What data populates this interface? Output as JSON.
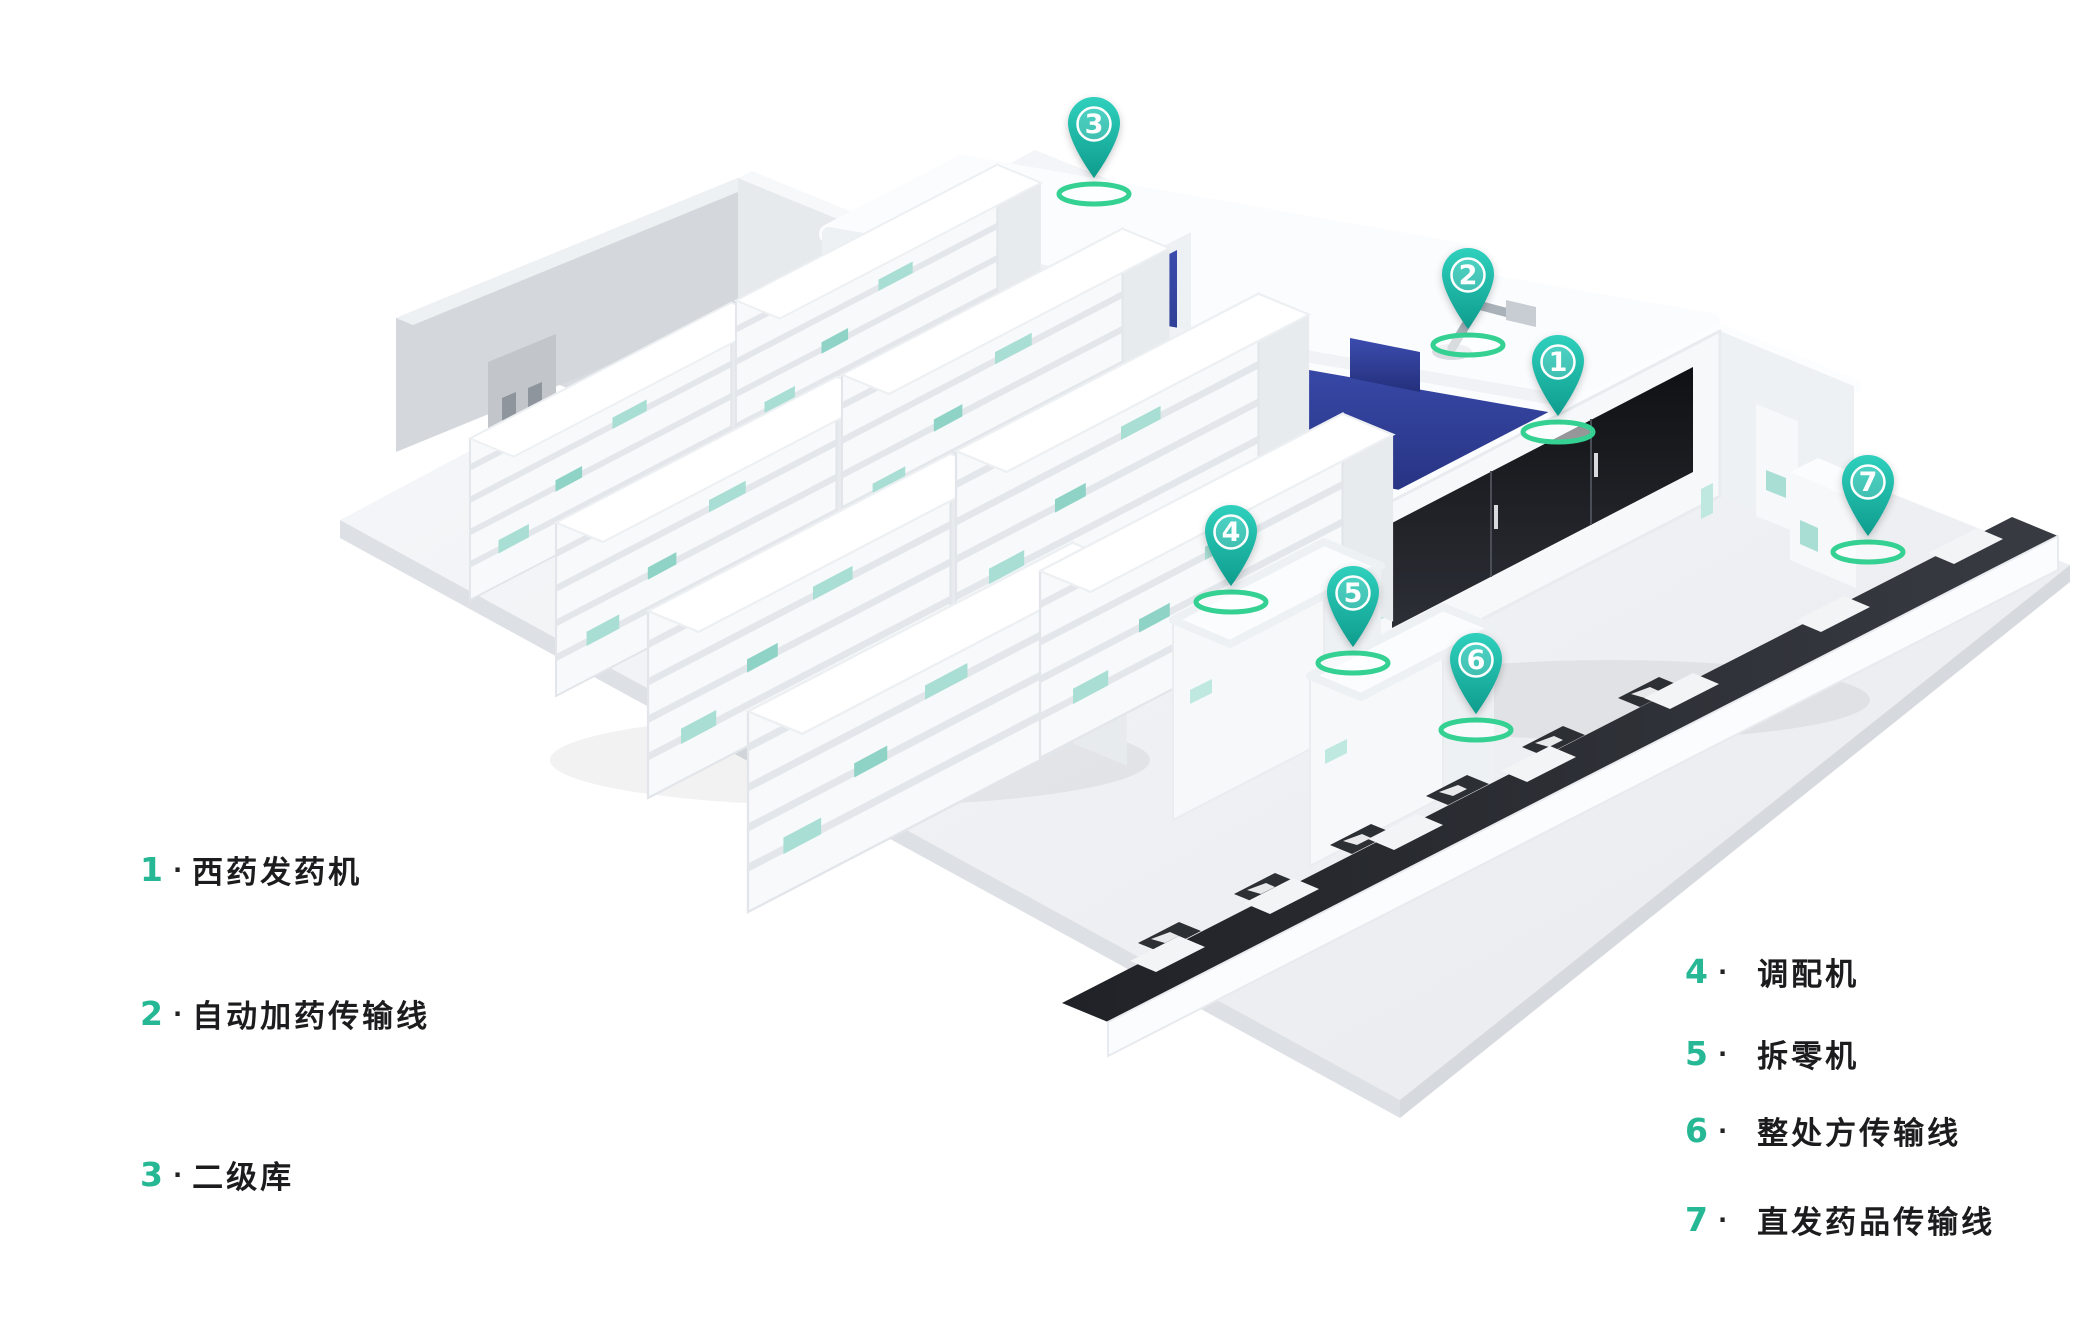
{
  "pins": [
    {
      "num": "1"
    },
    {
      "num": "2"
    },
    {
      "num": "3"
    },
    {
      "num": "4"
    },
    {
      "num": "5"
    },
    {
      "num": "6"
    },
    {
      "num": "7"
    }
  ],
  "legend_left": [
    {
      "num": "1",
      "sep": "·",
      "label": "西药发药机"
    },
    {
      "num": "2",
      "sep": "·",
      "label": "自动加药传输线"
    },
    {
      "num": "3",
      "sep": "·",
      "label": "二级库"
    }
  ],
  "legend_right": [
    {
      "num": "4",
      "sep": "·",
      "label": "调配机"
    },
    {
      "num": "5",
      "sep": "·",
      "label": "拆零机"
    },
    {
      "num": "6",
      "sep": "·",
      "label": "整处方传输线"
    },
    {
      "num": "7",
      "sep": "·",
      "label": "直发药品传输线"
    }
  ],
  "colors": {
    "pin-teal": "#17b3a2",
    "ring-green": "#35d193",
    "legend-green": "#26b795",
    "navy": "#2c3a8f",
    "panel-dark": "#1b1d22",
    "ink": "#1c1c1e"
  }
}
